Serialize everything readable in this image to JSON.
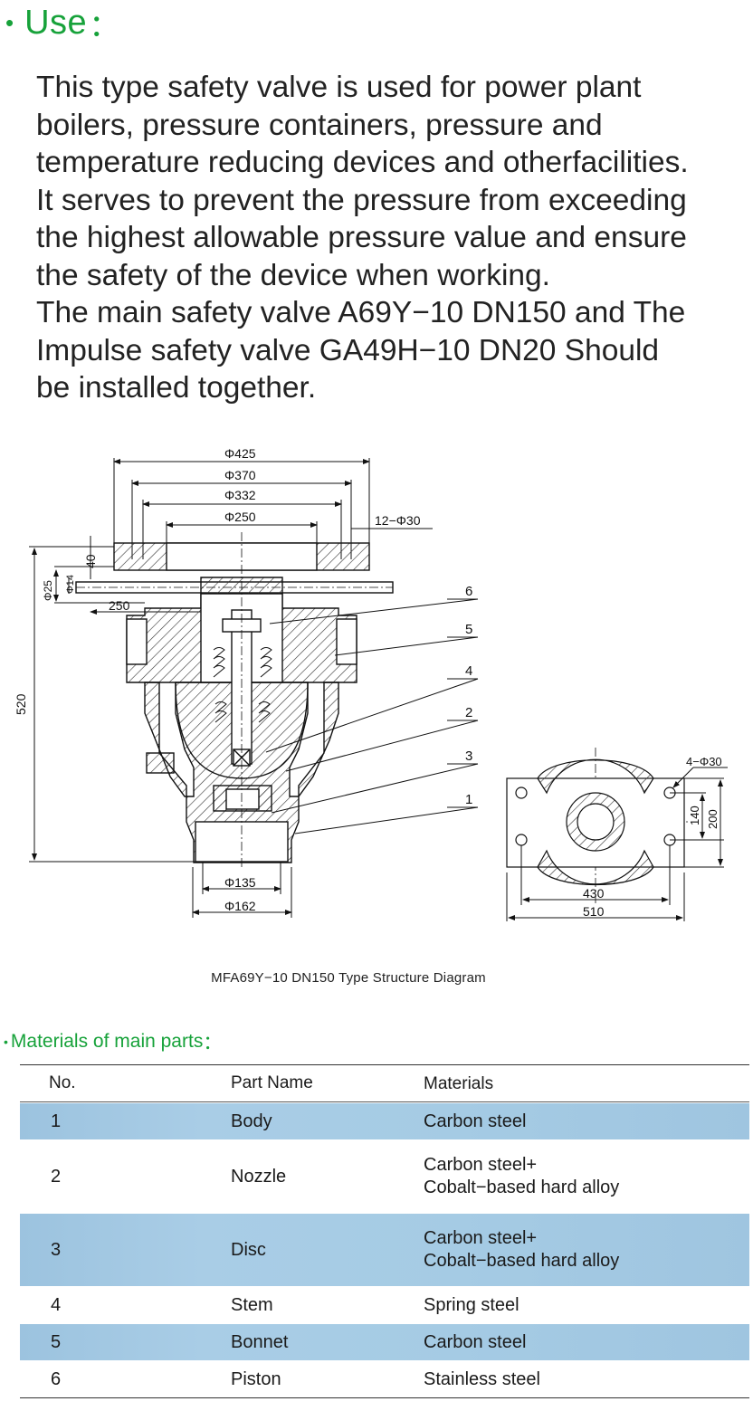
{
  "use_section": {
    "bullet": "•",
    "title": "Use",
    "colon": "：",
    "lines": [
      "This type safety valve is used for power plant",
      "boilers, pressure containers, pressure and",
      "temperature reducing devices and otherfacilities.",
      "It serves to prevent the pressure from exceeding",
      "the highest allowable pressure value and ensure",
      "the safety of the device when working.",
      "The main safety valve A69Y−10 DN150 and The",
      "Impulse safety valve GA49H−10 DN20 Should",
      "be installed together."
    ]
  },
  "diagram": {
    "dimensions": {
      "d425": "Φ425",
      "d370": "Φ370",
      "d332": "Φ332",
      "d250": "Φ250",
      "holes": "12−Φ30",
      "h40": "40",
      "d25": "Φ25",
      "d14": "Φ14",
      "l250": "250",
      "h520": "520",
      "d135": "Φ135",
      "d162": "Φ162",
      "flange_holes": "4−Φ30",
      "h140": "140",
      "h200": "200",
      "w430": "430",
      "w510": "510"
    },
    "callouts": [
      "6",
      "5",
      "4",
      "2",
      "3",
      "1"
    ],
    "caption": "MFA69Y−10 DN150 Type Structure Diagram"
  },
  "materials": {
    "bullet": "•",
    "title": "Materials of main parts",
    "colon": "：",
    "headers": {
      "no": "No.",
      "name": "Part Name",
      "material": "Materials"
    },
    "rows": [
      {
        "no": "1",
        "name": "Body",
        "material": [
          "Carbon steel"
        ]
      },
      {
        "no": "2",
        "name": "Nozzle",
        "material": [
          "Carbon steel+",
          "Cobalt−based hard alloy"
        ]
      },
      {
        "no": "3",
        "name": "Disc",
        "material": [
          "Carbon steel+",
          "Cobalt−based hard alloy"
        ]
      },
      {
        "no": "4",
        "name": "Stem",
        "material": [
          "Spring steel"
        ]
      },
      {
        "no": "5",
        "name": "Bonnet",
        "material": [
          "Carbon steel"
        ]
      },
      {
        "no": "6",
        "name": "Piston",
        "material": [
          "Stainless steel"
        ]
      }
    ]
  },
  "colors": {
    "accent_green": "#17a23a",
    "row_blue": "#a5cbe4"
  }
}
